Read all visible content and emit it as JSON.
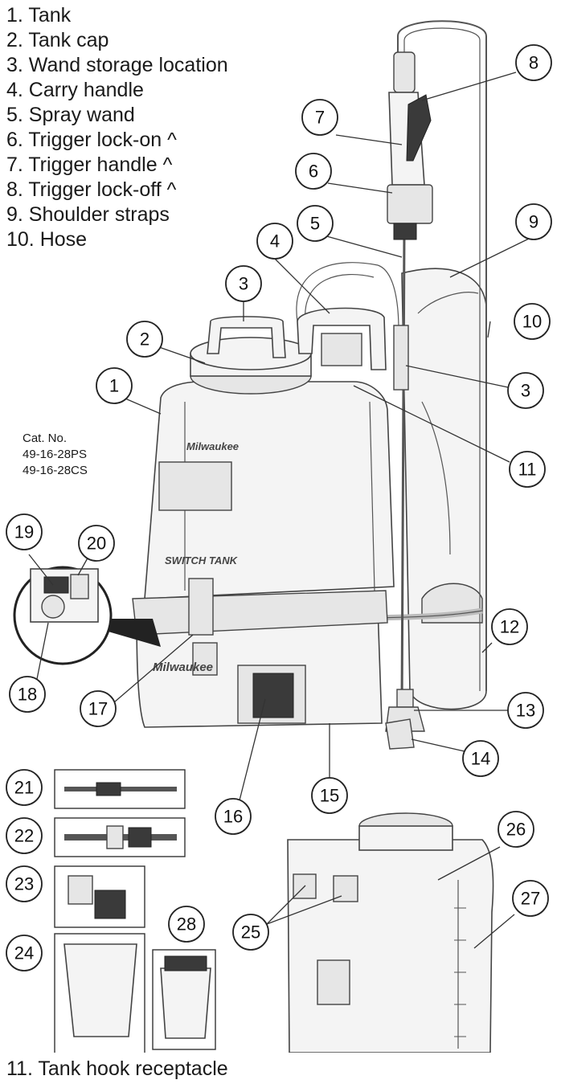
{
  "legend": [
    "1. Tank",
    "2. Tank cap",
    "3. Wand storage location",
    "4. Carry handle",
    "5. Spray wand",
    "6.  Trigger lock-on ^",
    "7. Trigger handle ^",
    "8. Trigger lock-off ^",
    "9. Shoulder straps",
    "10. Hose"
  ],
  "cat_no": {
    "label": "Cat. No.",
    "models": [
      "49-16-28PS",
      "49-16-28CS"
    ]
  },
  "footer": "11. Tank hook receptacle",
  "tank_labels": {
    "brand": "Milwaukee",
    "switch_tank": "SWITCH TANK"
  },
  "callouts": [
    "1",
    "2",
    "3",
    "3",
    "4",
    "5",
    "6",
    "7",
    "8",
    "9",
    "10",
    "11",
    "12",
    "13",
    "14",
    "15",
    "16",
    "17",
    "18",
    "19",
    "20",
    "21",
    "22",
    "23",
    "24",
    "25",
    "26",
    "27",
    "28"
  ]
}
